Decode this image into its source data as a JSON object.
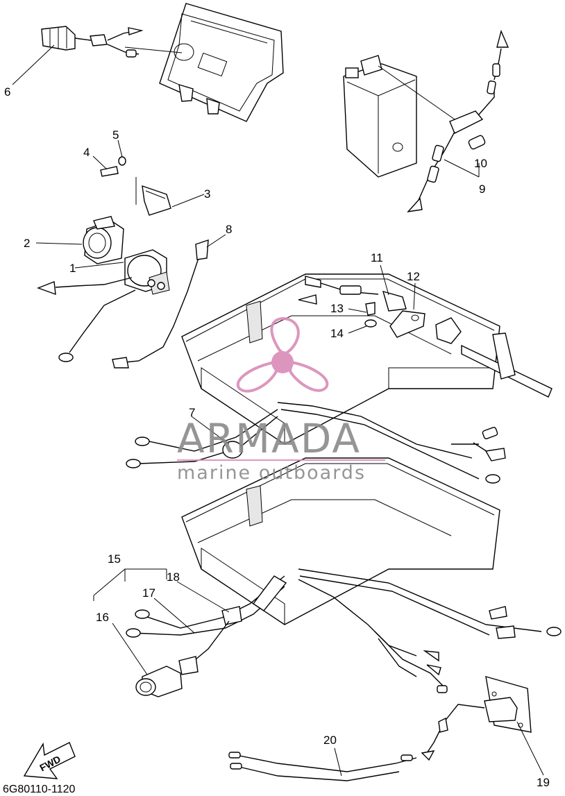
{
  "diagram": {
    "part_labels": [
      "1",
      "2",
      "3",
      "4",
      "5",
      "6",
      "7",
      "8",
      "9",
      "10",
      "11",
      "12",
      "13",
      "14",
      "15",
      "16",
      "17",
      "18",
      "19",
      "20"
    ],
    "ref_code": "6G80110-1120",
    "fwd_label": "FWD"
  },
  "watermark": {
    "title": "ARMADA",
    "subtitle": "marine outboards",
    "colors": {
      "logo_pink": "#d98bb8",
      "text_gray": "#8a8a8a"
    }
  }
}
